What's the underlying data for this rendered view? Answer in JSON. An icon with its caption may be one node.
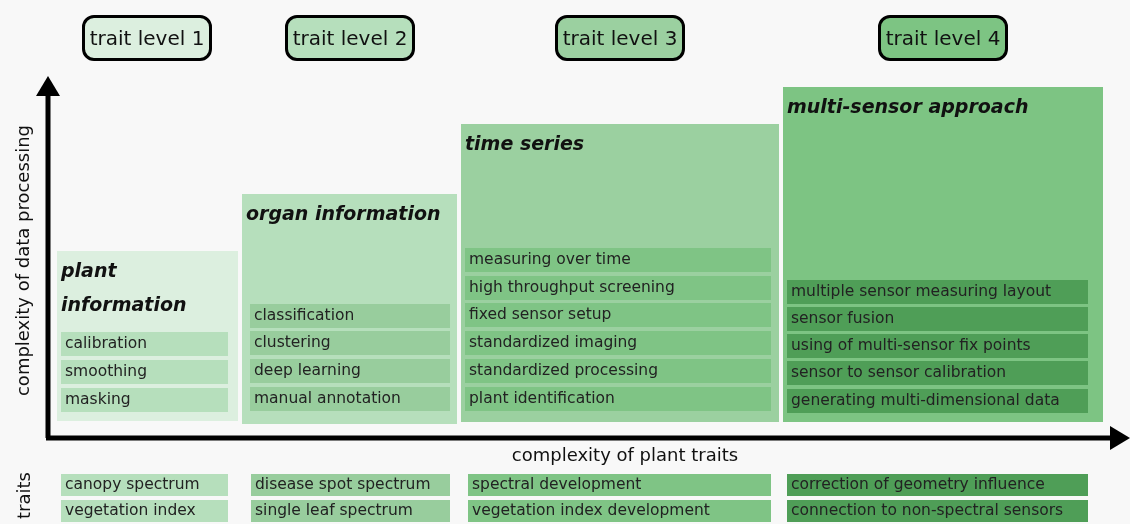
{
  "diagram": {
    "nodes": [
      {
        "text": [
          "trait level 1"
        ]
      },
      {
        "text": [
          "trait level 2"
        ]
      },
      {
        "text": [
          "trait level 3"
        ]
      },
      {
        "text": [
          "trait level 4"
        ]
      },
      {
        "text": [
          "plant information"
        ]
      },
      {
        "text": [
          "calibration"
        ],
        "in": 4
      },
      {
        "text": [
          "smoothing"
        ],
        "in": 4
      },
      {
        "text": [
          "masking"
        ],
        "in": 4
      },
      {
        "text": [
          "organ information"
        ]
      },
      {
        "text": [
          "classification"
        ],
        "in": 8
      },
      {
        "text": [
          "clustering"
        ],
        "in": 8
      },
      {
        "text": [
          "deep learning"
        ],
        "in": 8
      },
      {
        "text": [
          "manual annotation"
        ],
        "in": 8
      },
      {
        "text": [
          "time series"
        ]
      },
      {
        "text": [
          "measuring over time"
        ],
        "in": 13
      },
      {
        "text": [
          "high throughput screening"
        ],
        "in": 13
      },
      {
        "text": [
          "fixed sensor setup"
        ],
        "in": 13
      },
      {
        "text": [
          "standardized imaging"
        ],
        "in": 13
      },
      {
        "text": [
          "standardized processing"
        ],
        "in": 13
      },
      {
        "text": [
          "plant identification"
        ],
        "in": 13
      },
      {
        "text": [
          "multi-sensor approach"
        ]
      },
      {
        "text": [
          "multiple sensor measuring layout"
        ],
        "in": 20
      },
      {
        "text": [
          "sensor fusion"
        ],
        "in": 20
      },
      {
        "text": [
          "using of multi-sensor fix points"
        ],
        "in": 20
      },
      {
        "text": [
          "sensor to sensor calibration"
        ],
        "in": 20
      },
      {
        "text": [
          "generating multi-dimensional data"
        ],
        "in": 20
      },
      {
        "text": [
          "canopy spectrum"
        ]
      },
      {
        "text": [
          "vegetation index"
        ]
      },
      {
        "text": [
          "disease spot spectrum"
        ]
      },
      {
        "text": [
          "single leaf spectrum"
        ]
      },
      {
        "text": [
          "spectral development"
        ]
      },
      {
        "text": [
          "vegetation index development"
        ]
      },
      {
        "text": [
          "correction of geometry influence"
        ]
      },
      {
        "text": [
          "connection to non-spectral sensors"
        ]
      }
    ],
    "labels": [
      "complexity of data processing",
      "complexity of plant traits",
      "traits"
    ]
  }
}
